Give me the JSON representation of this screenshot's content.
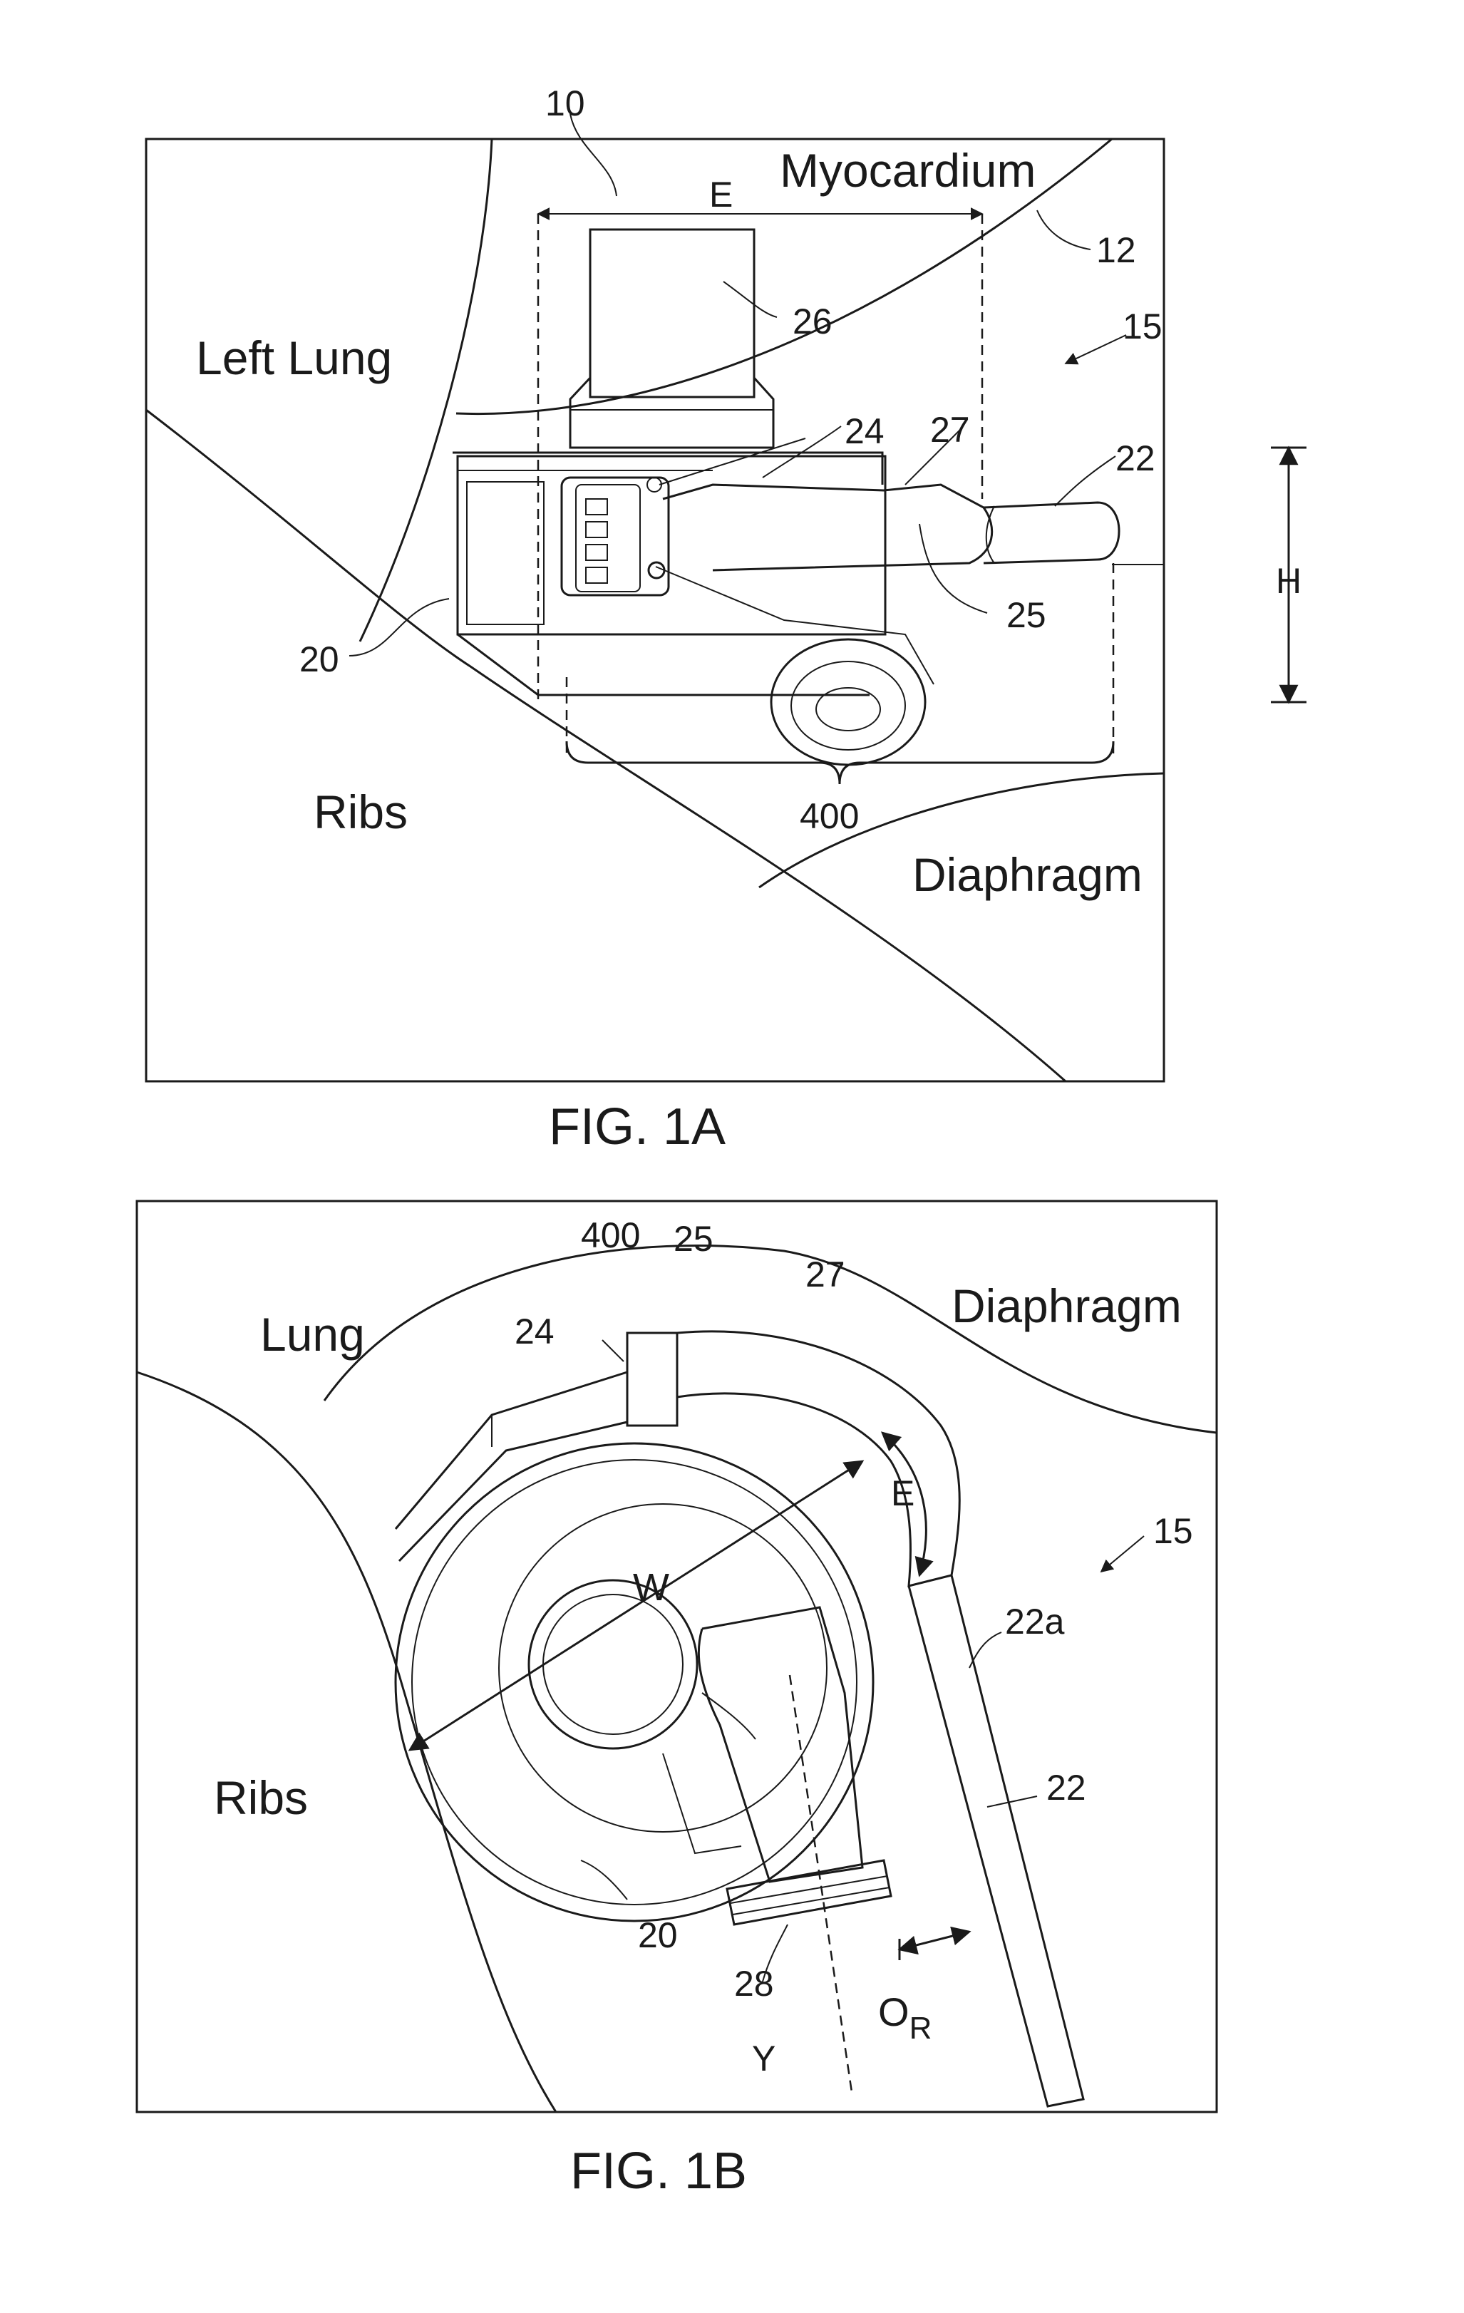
{
  "figure_1a": {
    "caption": "FIG. 1A",
    "regions": {
      "myocardium": "Myocardium",
      "left_lung": "Left Lung",
      "ribs": "Ribs",
      "diaphragm": "Diaphragm"
    },
    "refs": {
      "r10": "10",
      "e": "E",
      "r12": "12",
      "r26": "26",
      "r15": "15",
      "r24": "24",
      "r27": "27",
      "r22": "22",
      "h": "H",
      "r25": "25",
      "r20": "20",
      "r400": "400"
    }
  },
  "figure_1b": {
    "caption": "FIG. 1B",
    "regions": {
      "lung": "Lung",
      "diaphragm": "Diaphragm",
      "ribs": "Ribs"
    },
    "refs": {
      "r400": "400",
      "r25": "25",
      "r27": "27",
      "r24": "24",
      "e": "E",
      "r15": "15",
      "w": "W",
      "r22a": "22a",
      "r22": "22",
      "r20": "20",
      "r28": "28",
      "o": "O",
      "o_sub": "R",
      "y": "Y"
    }
  }
}
